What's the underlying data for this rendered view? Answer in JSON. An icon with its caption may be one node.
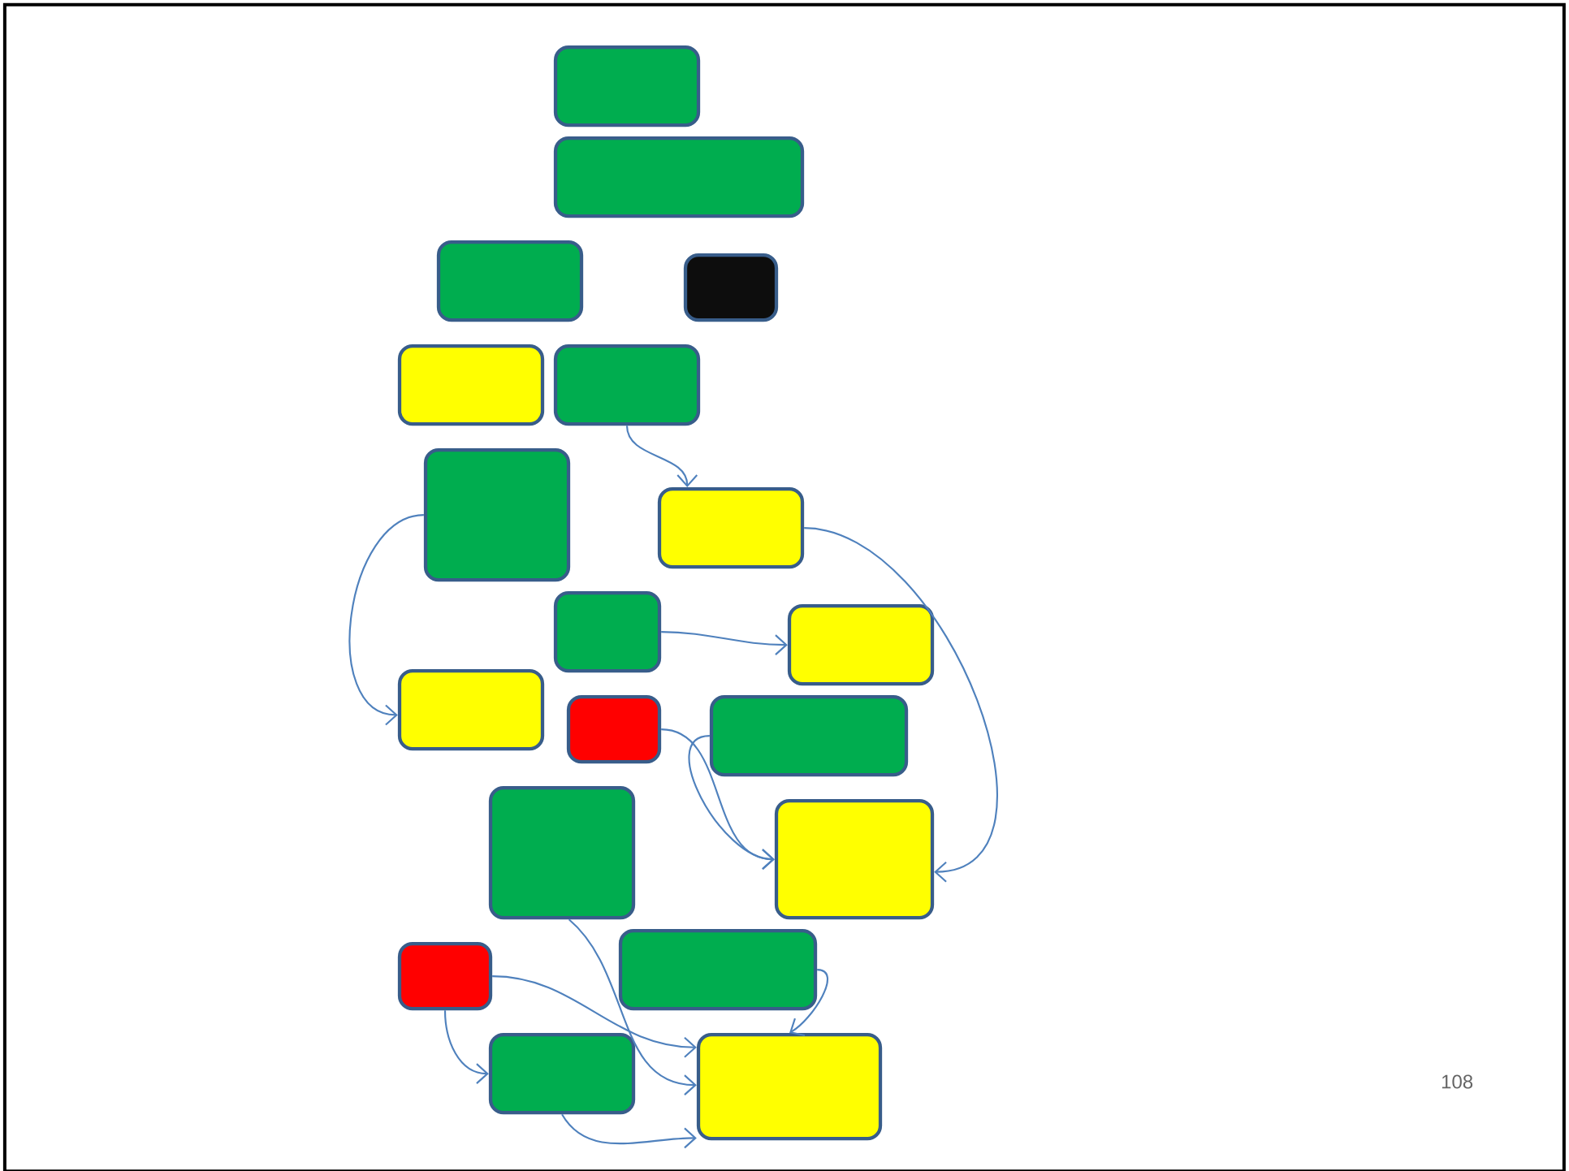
{
  "diagram": {
    "nodes": [
      {
        "text": [],
        "shape": "box"
      },
      {
        "text": [],
        "shape": "box"
      },
      {
        "text": [],
        "shape": "box"
      },
      {
        "text": [],
        "shape": "box"
      },
      {
        "text": [],
        "shape": "box"
      },
      {
        "text": [],
        "shape": "box"
      },
      {
        "text": [],
        "shape": "box"
      },
      {
        "text": [],
        "shape": "box"
      },
      {
        "text": [],
        "shape": "box"
      },
      {
        "text": [],
        "shape": "box"
      },
      {
        "text": [],
        "shape": "box"
      },
      {
        "text": [],
        "shape": "box"
      },
      {
        "text": [],
        "shape": "box"
      },
      {
        "text": [],
        "shape": "box"
      },
      {
        "text": [],
        "shape": "box"
      },
      {
        "text": [],
        "shape": "box"
      },
      {
        "text": [],
        "shape": "box"
      },
      {
        "text": [],
        "shape": "box"
      },
      {
        "text": [],
        "shape": "box"
      }
    ],
    "edges": [
      {
        "from": 5,
        "to": 7,
        "arrow": "to"
      },
      {
        "from": 6,
        "to": 10,
        "arrow": "to"
      },
      {
        "from": 7,
        "to": 14,
        "arrow": "to"
      },
      {
        "from": 8,
        "to": 9,
        "arrow": "to"
      },
      {
        "from": 11,
        "to": 14,
        "arrow": "to"
      },
      {
        "from": 12,
        "to": 14,
        "arrow": "to"
      },
      {
        "from": 13,
        "to": 18,
        "arrow": "to"
      },
      {
        "from": 16,
        "to": 18,
        "arrow": "to"
      },
      {
        "from": 15,
        "to": 18,
        "arrow": "to"
      },
      {
        "from": 16,
        "to": 17,
        "arrow": "to"
      },
      {
        "from": 17,
        "to": 18,
        "arrow": "to"
      }
    ],
    "labels": [
      "108"
    ]
  }
}
